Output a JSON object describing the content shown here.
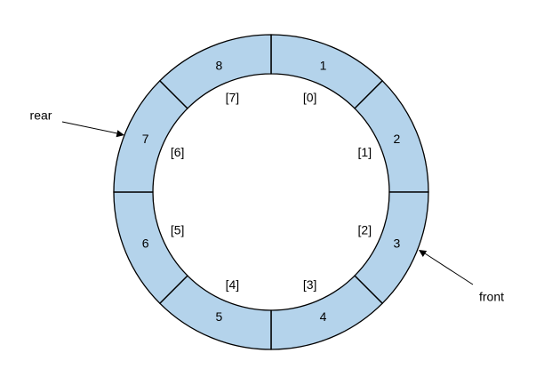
{
  "queue": {
    "slots": [
      {
        "value": "1",
        "index": "[0]"
      },
      {
        "value": "2",
        "index": "[1]"
      },
      {
        "value": "3",
        "index": "[2]"
      },
      {
        "value": "4",
        "index": "[3]"
      },
      {
        "value": "5",
        "index": "[4]"
      },
      {
        "value": "6",
        "index": "[5]"
      },
      {
        "value": "7",
        "index": "[6]"
      },
      {
        "value": "8",
        "index": "[7]"
      }
    ],
    "fill_color": "#b4d3eb",
    "stroke_color": "#000000"
  },
  "pointers": {
    "rear": {
      "label": "rear",
      "slot": 7
    },
    "front": {
      "label": "front",
      "slot": 3
    }
  }
}
